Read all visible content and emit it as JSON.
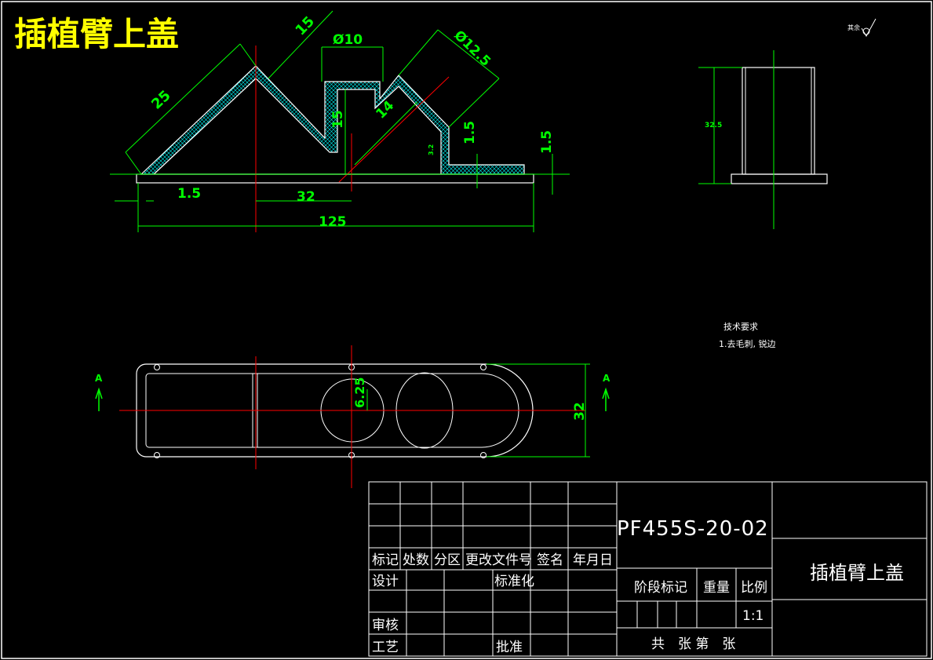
{
  "colors": {
    "background": "#000000",
    "outline": "#ffffff",
    "dimension": "#00ff00",
    "centerline": "#ff0000",
    "hatch": "#00ffff",
    "title": "#ffff00"
  },
  "header": {
    "title": "插植臂上盖",
    "roughness_label": "其余"
  },
  "front_view": {
    "dims": {
      "d_25": "25",
      "d_15_top": "15",
      "d_phi10": "Ø10",
      "d_phi12_5": "Ø12.5",
      "d_15_vert": "15",
      "d_14": "14",
      "d_1_5_right": "1.5",
      "d_1_5_far": "1.5",
      "d_1_5_bottom": "1.5",
      "d_32": "32",
      "d_125": "125",
      "d_3_2": "3.2"
    }
  },
  "side_view": {
    "dims": {
      "d_32_5": "32.5"
    }
  },
  "top_view": {
    "dims": {
      "d_6_25": "6.25",
      "d_32": "32"
    },
    "section_left": "A",
    "section_right": "A"
  },
  "tech_requirements": {
    "heading": "技术要求",
    "item1": "1.去毛刺, 锐边"
  },
  "title_block": {
    "drawing_number": "PF455S-20-02",
    "part_name": "插植臂上盖",
    "headers": {
      "mark": "标记",
      "count": "处数",
      "zone": "分区",
      "change_doc": "更改文件号",
      "sign": "签名",
      "date": "年月日"
    },
    "rows": {
      "design": "设计",
      "standardize": "标准化",
      "review": "审核",
      "process": "工艺",
      "approve": "批准"
    },
    "stage_mark": "阶段标记",
    "weight": "重量",
    "scale_label": "比例",
    "scale_value": "1:1",
    "sheets": "共　张 第　张"
  }
}
